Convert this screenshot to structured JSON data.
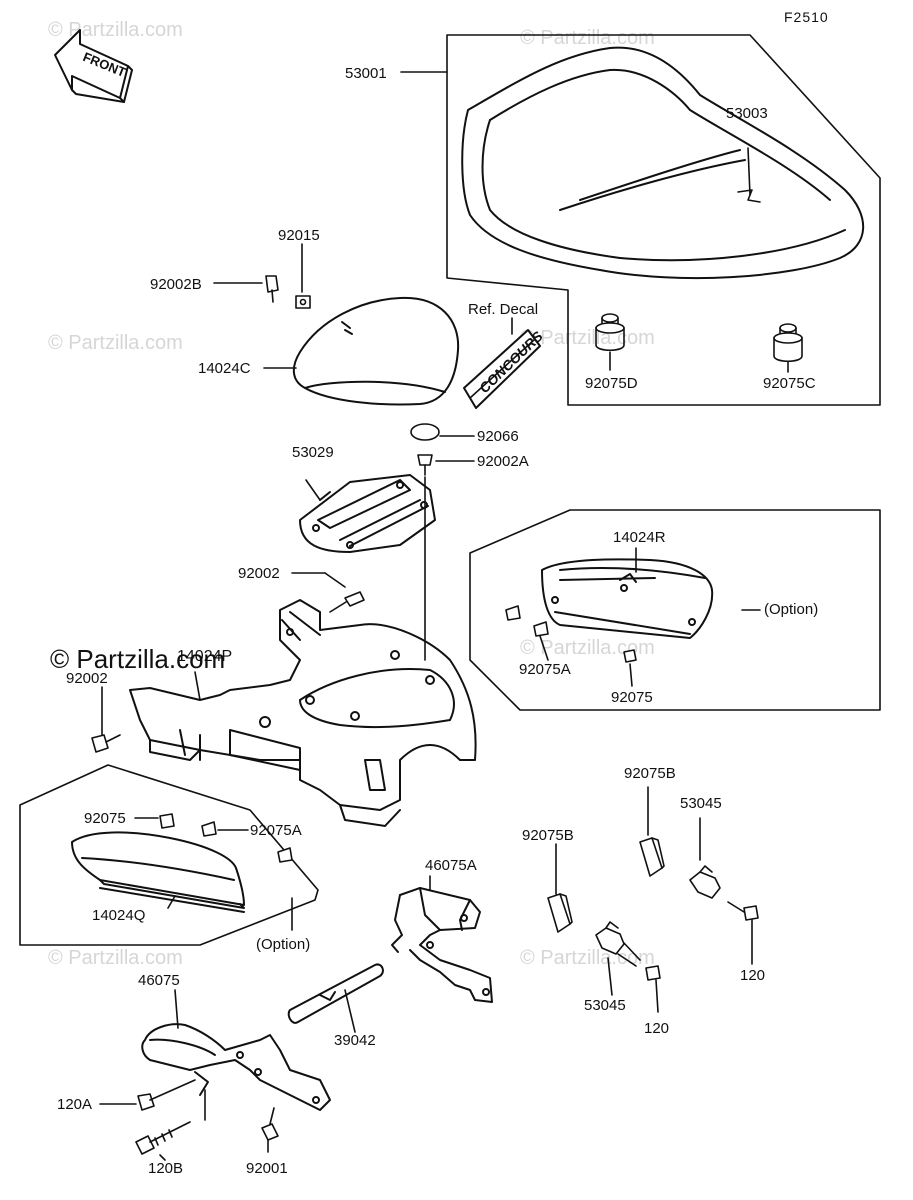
{
  "diagram_code": "F2510",
  "front_arrow_label": "FRONT",
  "watermark": "© Partzilla.com",
  "watermark_dark": "© Partzilla.com",
  "decal": {
    "label": "Ref. Decal",
    "text": "CONCOURS"
  },
  "option_label": "(Option)",
  "parts": {
    "p53001": "53001",
    "p53003": "53003",
    "p92015": "92015",
    "p92002B": "92002B",
    "p14024C": "14024C",
    "p92075D": "92075D",
    "p92075C": "92075C",
    "p92066": "92066",
    "p92002A_top": "92002A",
    "p53029": "53029",
    "p14024R": "14024R",
    "p92002_a": "92002",
    "p14024P": "14024P",
    "p92002_b": "92002",
    "p92075A_r": "92075A",
    "p92075_r": "92075",
    "p92075_l": "92075",
    "p92075A_l": "92075A",
    "p14024Q": "14024Q",
    "p92075B_top": "92075B",
    "p53045_top": "53045",
    "p92075B_mid": "92075B",
    "p46075A": "46075A",
    "p120_r": "120",
    "p46075": "46075",
    "p39042": "39042",
    "p53045_bot": "53045",
    "p120_b": "120",
    "p120A": "120A",
    "p120B": "120B",
    "p92001": "92001"
  }
}
